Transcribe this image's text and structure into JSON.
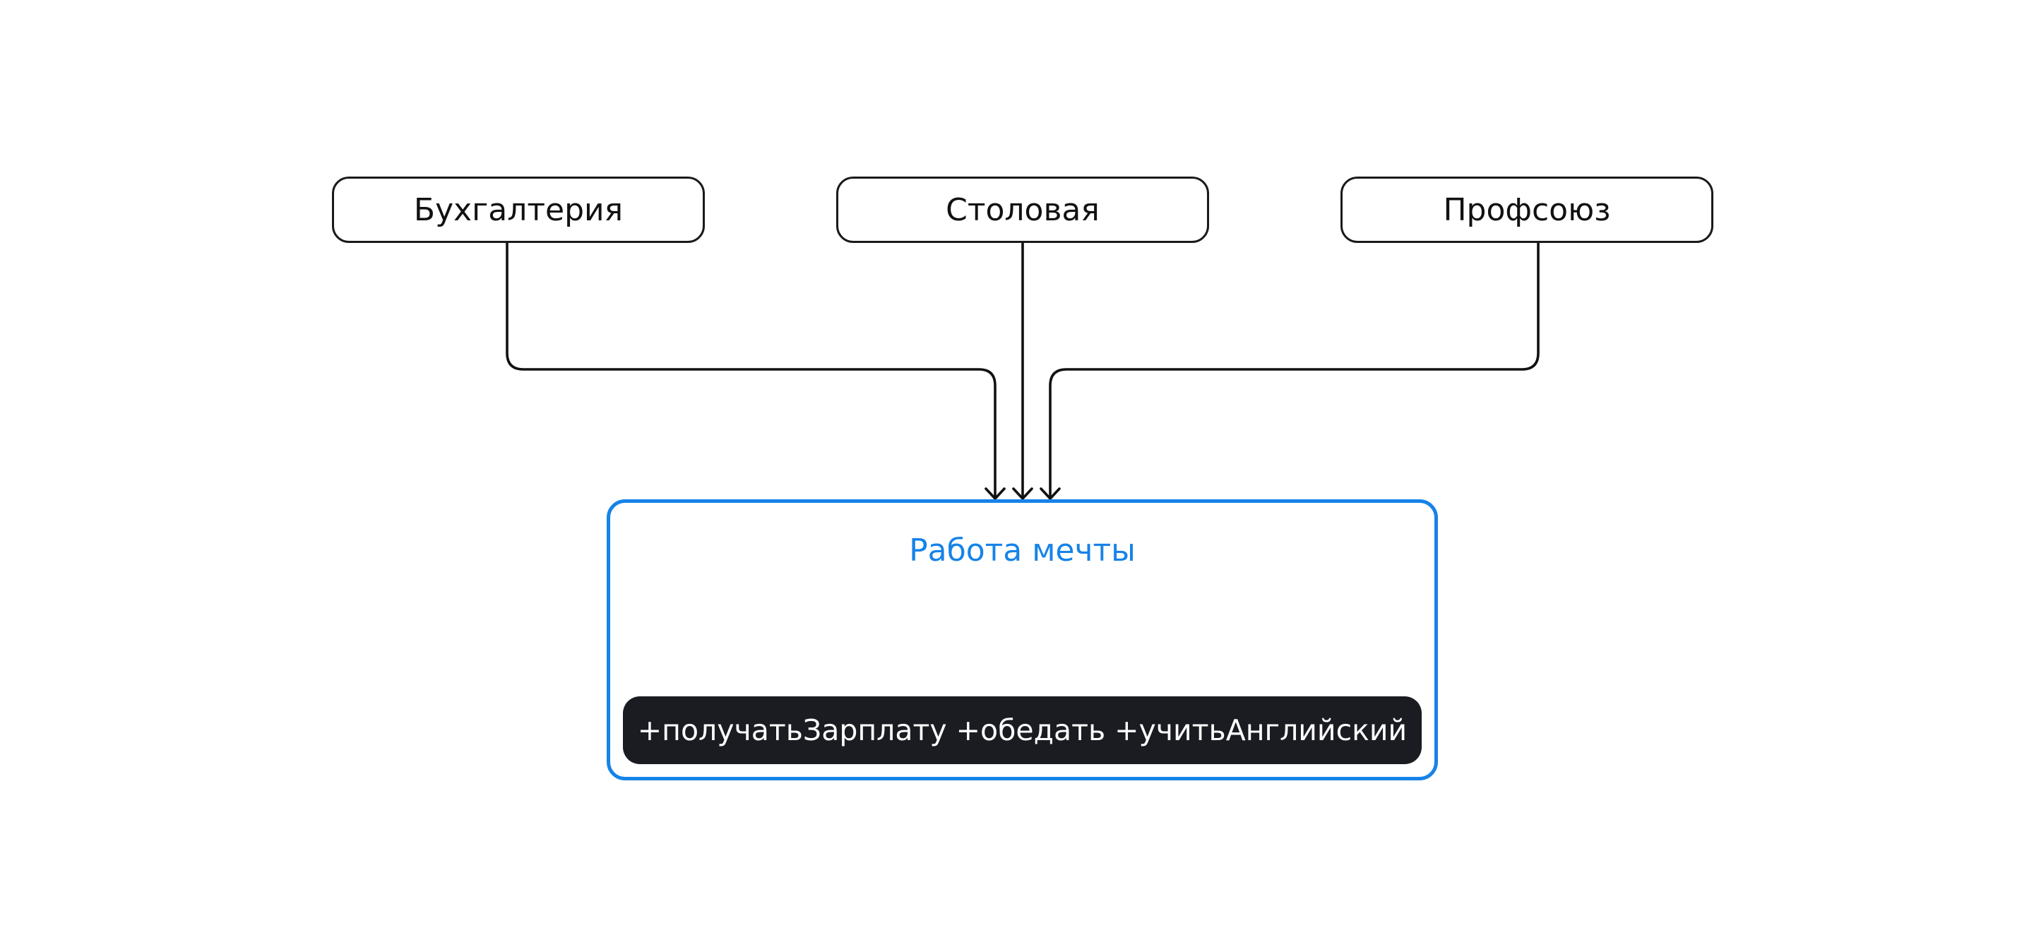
{
  "diagram": {
    "sources": [
      {
        "id": "accounting",
        "label": "Бухгалтерия"
      },
      {
        "id": "canteen",
        "label": "Столовая"
      },
      {
        "id": "union",
        "label": "Профсоюз"
      }
    ],
    "target": {
      "title": "Работа мечты",
      "methods": "+получатьЗарплату +обедать +учитьАнглийский"
    },
    "edges": [
      {
        "from": "accounting",
        "to": "target"
      },
      {
        "from": "canteen",
        "to": "target"
      },
      {
        "from": "union",
        "to": "target"
      }
    ],
    "colors": {
      "line": "#111111",
      "accent": "#1683e8",
      "methods_bg": "#1b1c22"
    }
  }
}
